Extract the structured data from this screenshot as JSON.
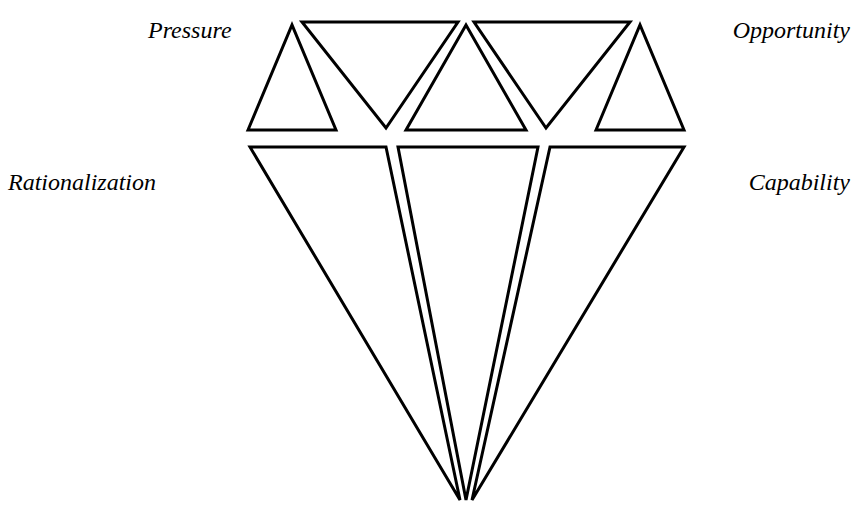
{
  "diagram": {
    "labels": [
      "Pressure",
      "Opportunity",
      "Rationalization",
      "Capability"
    ]
  }
}
